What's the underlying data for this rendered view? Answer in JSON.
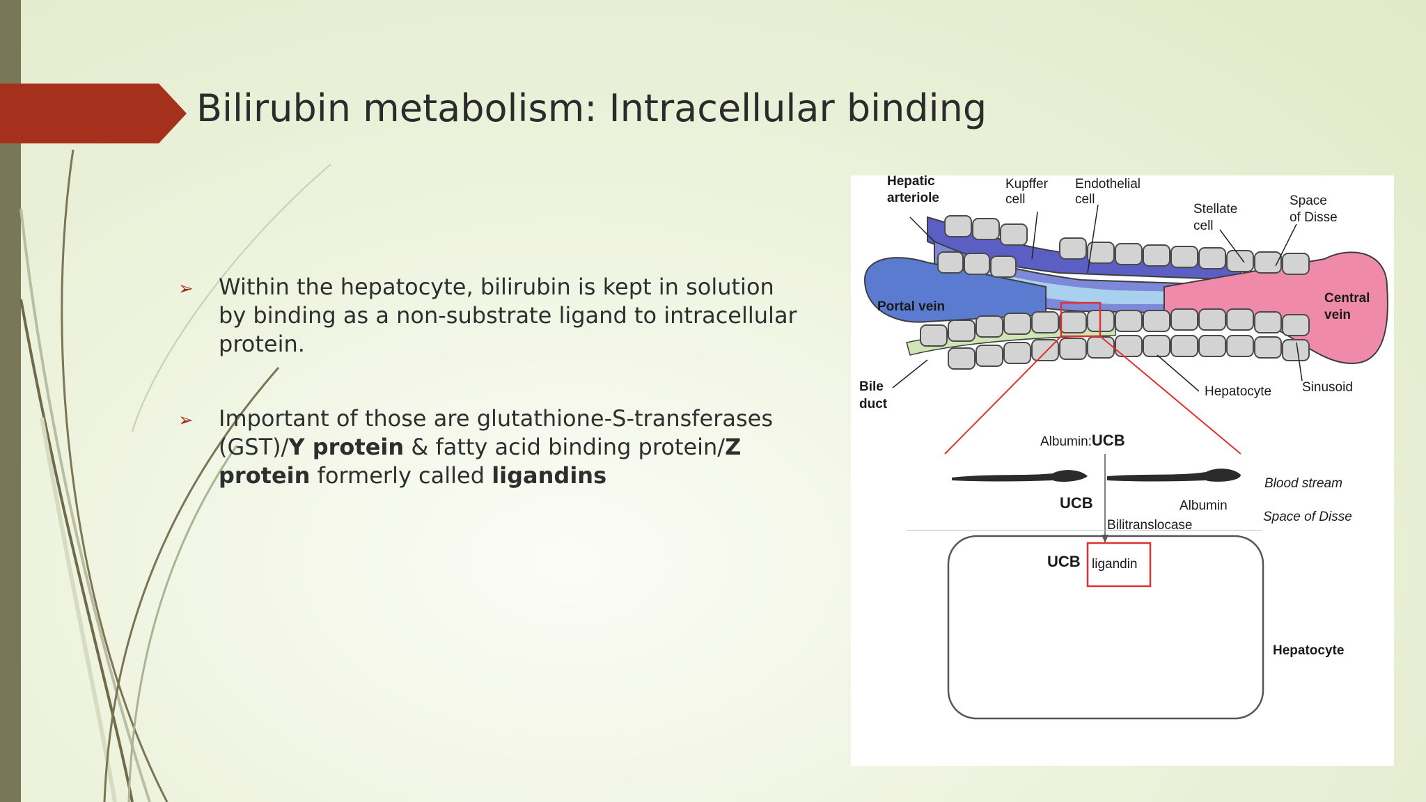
{
  "slide": {
    "title": "Bilirubin metabolism: Intracellular binding",
    "accent_color": "#a5301b",
    "sidebar_color": "#7a7658"
  },
  "bullets": [
    {
      "marker": "➢",
      "text": "Within the hepatocyte, bilirubin is kept in solution by binding as a non-substrate ligand to intracellular protein."
    },
    {
      "marker": "➢",
      "pre1": "Important of those are glutathione-S-transferases (GST)/",
      "bold1": "Y protein",
      "pre2": " & fatty acid binding protein/",
      "bold2": "Z protein",
      "pre3": " formerly called ",
      "bold3": "ligandins"
    }
  ],
  "figure": {
    "labels": {
      "hepatic_arteriole_1": "Hepatic",
      "hepatic_arteriole_2": "arteriole",
      "kupffer_1": "Kupffer",
      "kupffer_2": "cell",
      "endothelial_1": "Endothelial",
      "endothelial_2": "cell",
      "stellate_1": "Stellate",
      "stellate_2": "cell",
      "disse_1": "Space",
      "disse_2": "of Disse",
      "portal_vein": "Portal vein",
      "central_1": "Central",
      "central_2": "vein",
      "bile_1": "Bile",
      "bile_2": "duct",
      "hepatocyte_top": "Hepatocyte",
      "sinusoid": "Sinusoid",
      "albumin_ucb_a": "Albumin:",
      "albumin_ucb_b": "UCB",
      "blood_stream": "Blood stream",
      "ucb_mid": "UCB",
      "albumin_mid": "Albumin",
      "bilitranslocase": "Bilitranslocase",
      "space_of_disse": "Space of Disse",
      "ucb_inner": "UCB",
      "ligandin": "ligandin",
      "hepatocyte_bottom": "Hepatocyte"
    }
  }
}
